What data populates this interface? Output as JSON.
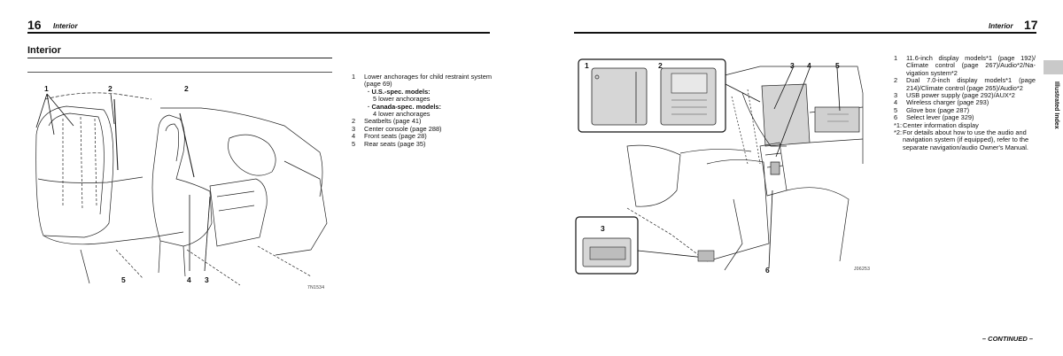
{
  "left_page": {
    "page_number": "16",
    "header_title": "Interior",
    "section_title": "Interior",
    "figure_labels": {
      "l1": "1",
      "l2a": "2",
      "l2b": "2",
      "l5": "5",
      "l4": "4",
      "l3": "3"
    },
    "figure_code": "7N1534",
    "list": [
      {
        "num": "1",
        "text": "Lower anchorages for child restraint system (page 69)"
      },
      {
        "num": "2",
        "text": "Seatbelts (page 41)"
      },
      {
        "num": "3",
        "text": "Center console (page 288)"
      },
      {
        "num": "4",
        "text": "Front seats (page 28)"
      },
      {
        "num": "5",
        "text": "Rear seats (page 35)"
      }
    ],
    "sub_items": [
      {
        "label": "· U.S.-spec. models:",
        "text": "5 lower anchorages"
      },
      {
        "label": "· Canada-spec. models:",
        "text": "4 lower anchorages"
      }
    ]
  },
  "right_page": {
    "page_number": "17",
    "header_title": "Interior",
    "side_tab": "Illustrated Index",
    "figure_labels": {
      "inset1": "1",
      "inset2": "2",
      "r3": "3",
      "r4": "4",
      "r5": "5",
      "inset3": "3",
      "r6": "6"
    },
    "figure_code": "J06253",
    "list": [
      {
        "num": "1",
        "text": "11.6-inch display models*1 (page 192)/ Climate control (page 267)/Audio*2/Na- vigation system*2"
      },
      {
        "num": "2",
        "text": "Dual 7.0-inch display models*1 (page 214)/Climate control (page 265)/Audio*2"
      },
      {
        "num": "3",
        "text": "USB power supply (page 292)/AUX*2"
      },
      {
        "num": "4",
        "text": "Wireless charger (page 293)"
      },
      {
        "num": "5",
        "text": "Glove box (page 287)"
      },
      {
        "num": "6",
        "text": "Select lever (page 329)"
      }
    ],
    "footnotes": [
      {
        "key": "*1:",
        "text": "Center information display"
      },
      {
        "key": "*2:",
        "text": "For details about how to use the audio and navigation system (if equipped), refer to the separate navigation/audio Owner's Manual."
      }
    ],
    "continued": "– CONTINUED –"
  }
}
